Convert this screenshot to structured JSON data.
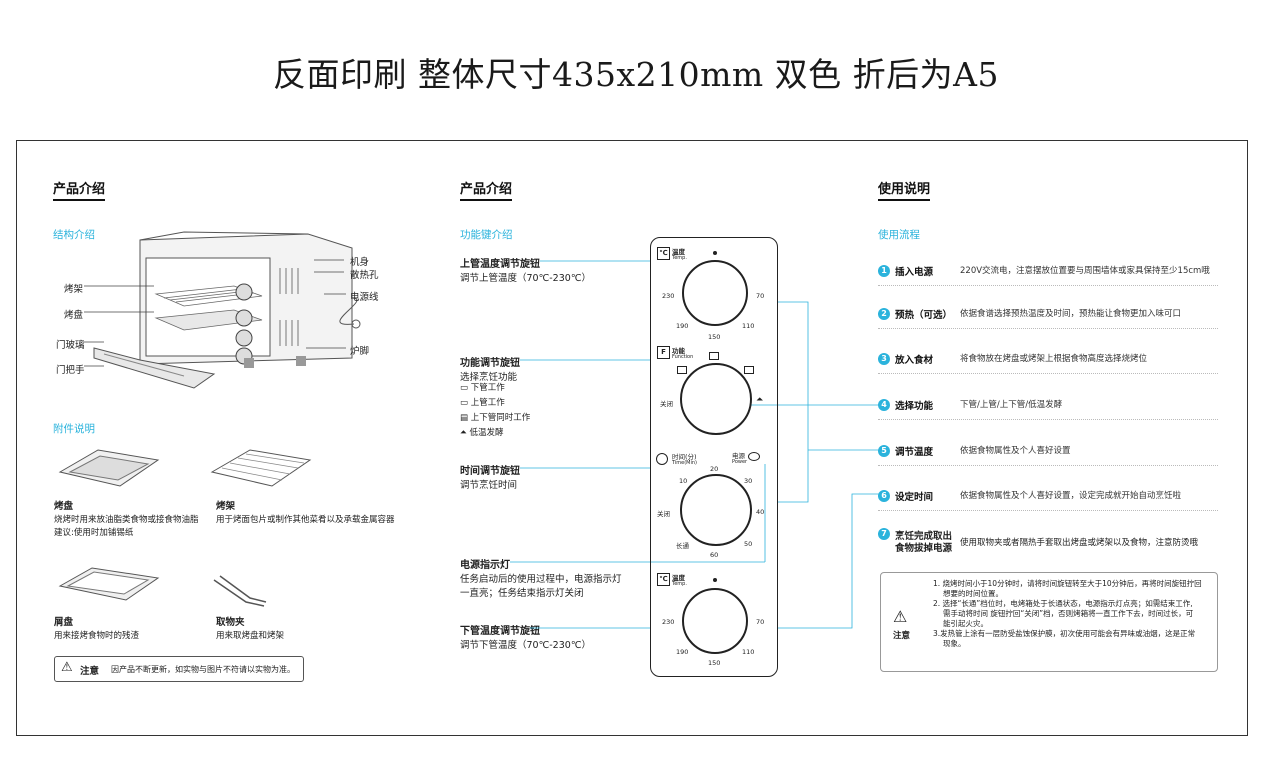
{
  "headline": "反面印刷 整体尺寸435x210mm 双色 折后为A5",
  "col1": {
    "title": "产品介绍",
    "struct_title": "结构介绍",
    "labels": {
      "body": "机身",
      "vents": "散热孔",
      "rack": "烤架",
      "tray": "烤盘",
      "cord": "电源线",
      "glass": "门玻璃",
      "feet": "炉脚",
      "handle": "门把手"
    },
    "acc_title": "附件说明",
    "accessories": [
      {
        "name": "烤盘",
        "desc": "烧烤时用来放油脂类食物或接食物油脂\n建议:使用时加铺锡纸"
      },
      {
        "name": "烤架",
        "desc": "用于烤面包片或制作其他菜肴以及承载金属容器"
      },
      {
        "name": "屑盘",
        "desc": "用来接烤食物时的残渣"
      },
      {
        "name": "取物夹",
        "desc": "用来取烤盘和烤架"
      }
    ],
    "notice_label": "注意",
    "notice_text": "因产品不断更新，如实物与图片不符请以实物为准。"
  },
  "col2": {
    "title": "产品介绍",
    "func_title": "功能键介绍",
    "upper_knob": {
      "title": "上管温度调节旋钮",
      "desc": "调节上管温度（70℃-230℃）"
    },
    "func_knob": {
      "title": "功能调节旋钮",
      "desc": "选择烹饪功能",
      "modes": [
        "下管工作",
        "上管工作",
        "上下管同时工作",
        "低温发酵"
      ]
    },
    "time_knob": {
      "title": "时间调节旋钮",
      "desc": "调节烹饪时间"
    },
    "power_light": {
      "title": "电源指示灯",
      "desc1": "任务启动后的使用过程中，电源指示灯",
      "desc2": "一直亮；任务结束指示灯关闭"
    },
    "lower_knob": {
      "title": "下管温度调节旋钮",
      "desc": "调节下管温度（70℃-230℃）"
    }
  },
  "panel": {
    "temp_label": "温度",
    "temp_en": "Temp.",
    "func_label": "功能",
    "func_en": "Function",
    "time_label": "时间(分)",
    "time_en": "Time(Min)",
    "power_label": "电源",
    "power_en": "Power",
    "off_label": "关闭",
    "always_label": "长通",
    "temp_ticks": [
      "230",
      "70",
      "190",
      "150",
      "110"
    ],
    "time_ticks": [
      "20",
      "10",
      "30",
      "40",
      "50",
      "60"
    ]
  },
  "col3": {
    "title": "使用说明",
    "flow_title": "使用流程",
    "steps": [
      {
        "n": "1",
        "name": "插入电源",
        "desc": "220V交流电，注意摆放位置要与周围墙体或家具保持至少15cm哦"
      },
      {
        "n": "2",
        "name": "预热（可选）",
        "desc": "依据食谱选择预热温度及时间，预热能让食物更加入味可口"
      },
      {
        "n": "3",
        "name": "放入食材",
        "desc": "将食物放在烤盘或烤架上根据食物高度选择烧烤位"
      },
      {
        "n": "4",
        "name": "选择功能",
        "desc": "下管/上管/上下管/低温发酵"
      },
      {
        "n": "5",
        "name": "调节温度",
        "desc": "依据食物属性及个人喜好设置"
      },
      {
        "n": "6",
        "name": "设定时间",
        "desc": "依据食物属性及个人喜好设置，设定完成就开始自动烹饪啦"
      },
      {
        "n": "7",
        "name": "烹饪完成取出食物拔掉电源",
        "name1": "烹饪完成取出",
        "name2": "食物拔掉电源",
        "desc": "使用取物夹或者隔热手套取出烤盘或烤架以及食物，注意防烫哦"
      }
    ],
    "note_label": "注意",
    "notes": [
      "1. 烧烤时间小于10分钟时，请将时间旋钮转至大于10分钟后，再将时间旋钮拧回",
      "想要的时间位置。",
      "2. 选择“长通”档位时，电烤箱处于长通状态，电源指示灯点亮；如需结束工作,",
      "需手动将时间 旋钮拧回“关闭”档，否则烤箱将一直工作下去，时间过长，可",
      "能引起火灾。",
      "3.发热管上涂有一层防受盐蚀保护膜，初次使用可能会有异味或油烟，这是正常",
      "现象。"
    ]
  }
}
